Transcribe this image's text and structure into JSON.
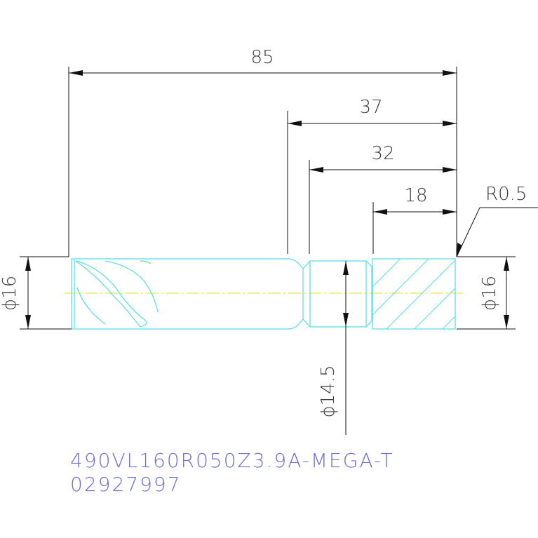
{
  "colors": {
    "background": "#ffffff",
    "dimension": "#111111",
    "tool_outline": "#55dde6",
    "center_axis": "#e8e84a",
    "part_number": "#6f6fd8"
  },
  "dimensions": {
    "overall_length": "85",
    "length_37": "37",
    "length_32": "32",
    "length_18": "18",
    "radius": "R0.5",
    "shank_diameter_left": "ϕ16",
    "shank_diameter_right": "ϕ16",
    "neck_diameter": "ϕ14.5"
  },
  "part": {
    "code": "490VL160R050Z3.9A-MEGA-T",
    "number": "02927997"
  }
}
